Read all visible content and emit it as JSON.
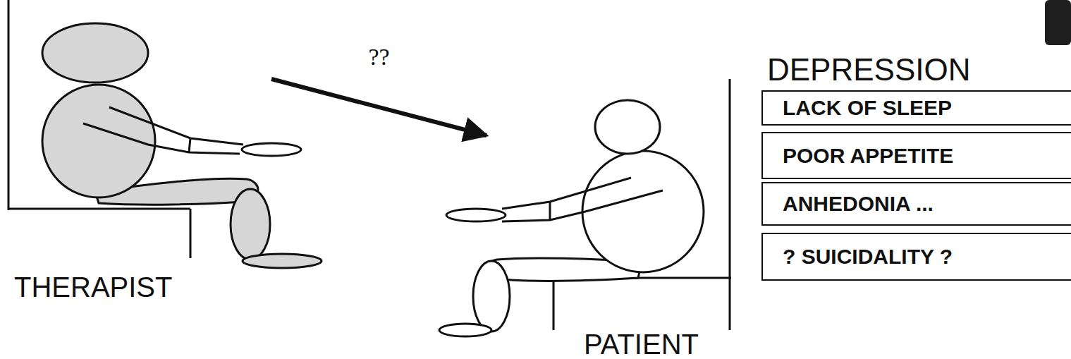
{
  "diagram": {
    "nodes": [
      {
        "text": [
          "THERAPIST"
        ]
      },
      {
        "text": [
          "PATIENT"
        ]
      },
      {
        "text": [
          "LACK OF SLEEP"
        ]
      },
      {
        "text": [
          "POOR APPETITE"
        ]
      },
      {
        "text": [
          "ANHEDONIA ..."
        ]
      },
      {
        "text": [
          "? SUICIDALITY ?"
        ]
      }
    ],
    "edges": [
      {
        "from": 0,
        "to": 1,
        "arrow": "to",
        "label": "??"
      }
    ],
    "labels": [
      "DEPRESSION"
    ]
  }
}
